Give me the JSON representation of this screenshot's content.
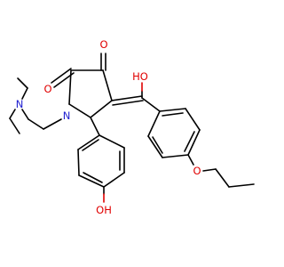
{
  "molecule": {
    "atom_labels": {
      "ketone_o_top": "O",
      "ketone_o_left": "O",
      "enol_oh": "HO",
      "ring_n": "N",
      "amine_n": "N",
      "ether_o": "O",
      "phenol_oh": "OH"
    },
    "colors": {
      "bond": "#000000",
      "oxygen": "#e00000",
      "nitrogen": "#2020d0",
      "background": "#ffffff"
    }
  }
}
